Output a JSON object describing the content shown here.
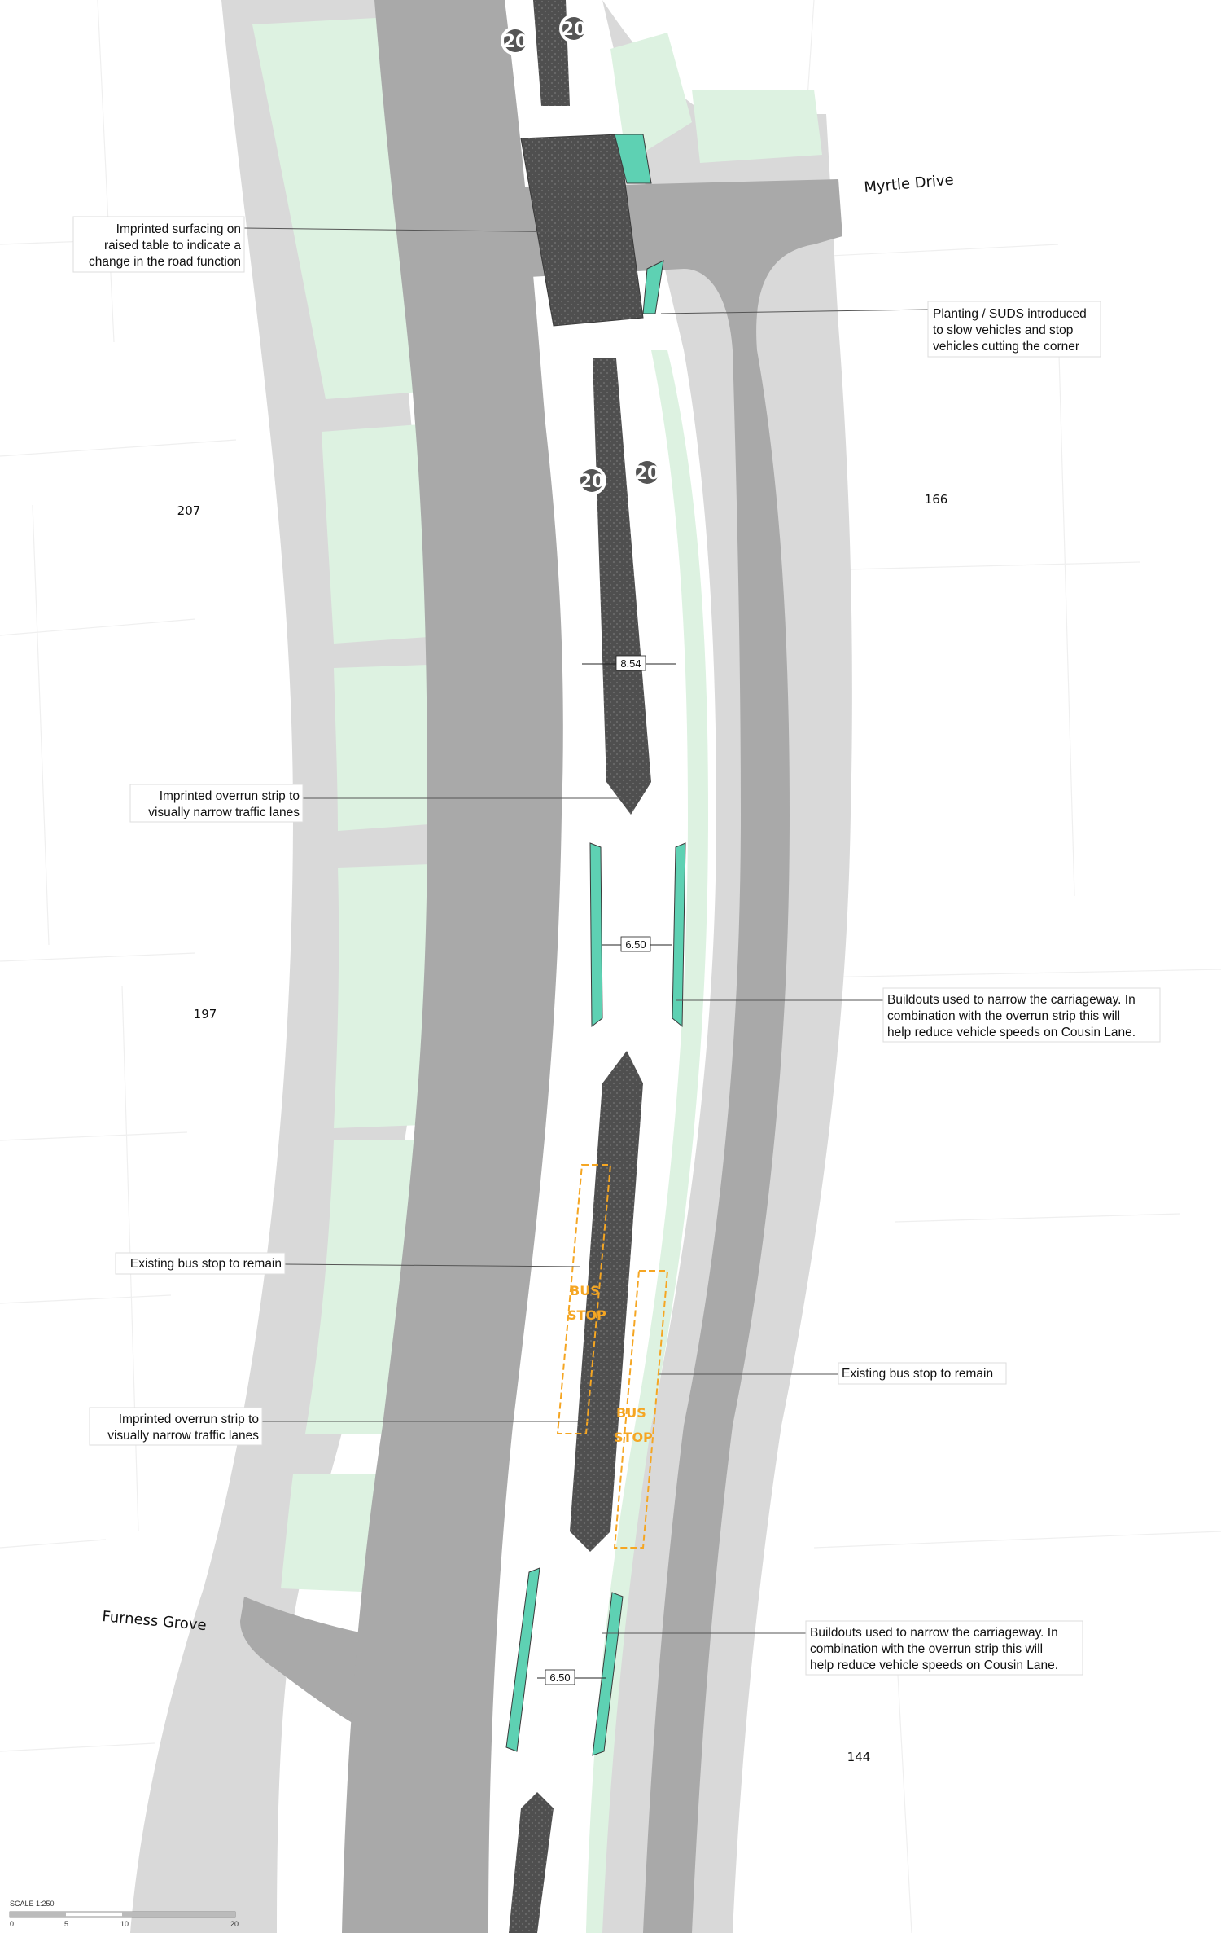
{
  "roads": {
    "myrtle_drive": "Myrtle Drive",
    "furness_grove": "Furness Grove"
  },
  "properties": [
    "207",
    "166",
    "197",
    "144"
  ],
  "dimensions": [
    "8.54",
    "6.50",
    "6.50"
  ],
  "speed_roundels": [
    "20",
    "20",
    "20",
    "20"
  ],
  "bus_markings": [
    "BUS",
    "STOP",
    "BUS",
    "STOP"
  ],
  "annotations": {
    "raised_table": [
      "Imprinted surfacing on",
      "raised table to indicate a",
      "change in the road function"
    ],
    "planting_suds": [
      "Planting / SUDS introduced",
      "to slow vehicles and stop",
      "vehicles cutting the corner"
    ],
    "overrun_strip_1": [
      "Imprinted overrun strip to",
      "visually narrow traffic lanes"
    ],
    "buildouts_1": [
      "Buildouts used to narrow the carriageway. In",
      "combination with the overrun strip this will",
      "help reduce vehicle speeds on Cousin Lane."
    ],
    "bus_stop_left": [
      "Existing bus stop to remain"
    ],
    "bus_stop_right": [
      "Existing bus stop to remain"
    ],
    "overrun_strip_2": [
      "Imprinted overrun strip to",
      "visually narrow traffic lanes"
    ],
    "buildouts_2": [
      "Buildouts used to narrow the carriageway. In",
      "combination with the overrun strip this will",
      "help reduce vehicle speeds on Cousin Lane."
    ]
  },
  "scale_bar": {
    "title": "SCALE 1:250",
    "ticks": [
      "0",
      "5",
      "10",
      "20"
    ]
  },
  "colors": {
    "pavement": "#d9d9d9",
    "carriageway": "#a9a9a9",
    "verge": "#ddf2e1",
    "overrun_strip": "#5c5c5c",
    "buildout": "#5ed1b3",
    "bus_marking": "#f5a623"
  }
}
